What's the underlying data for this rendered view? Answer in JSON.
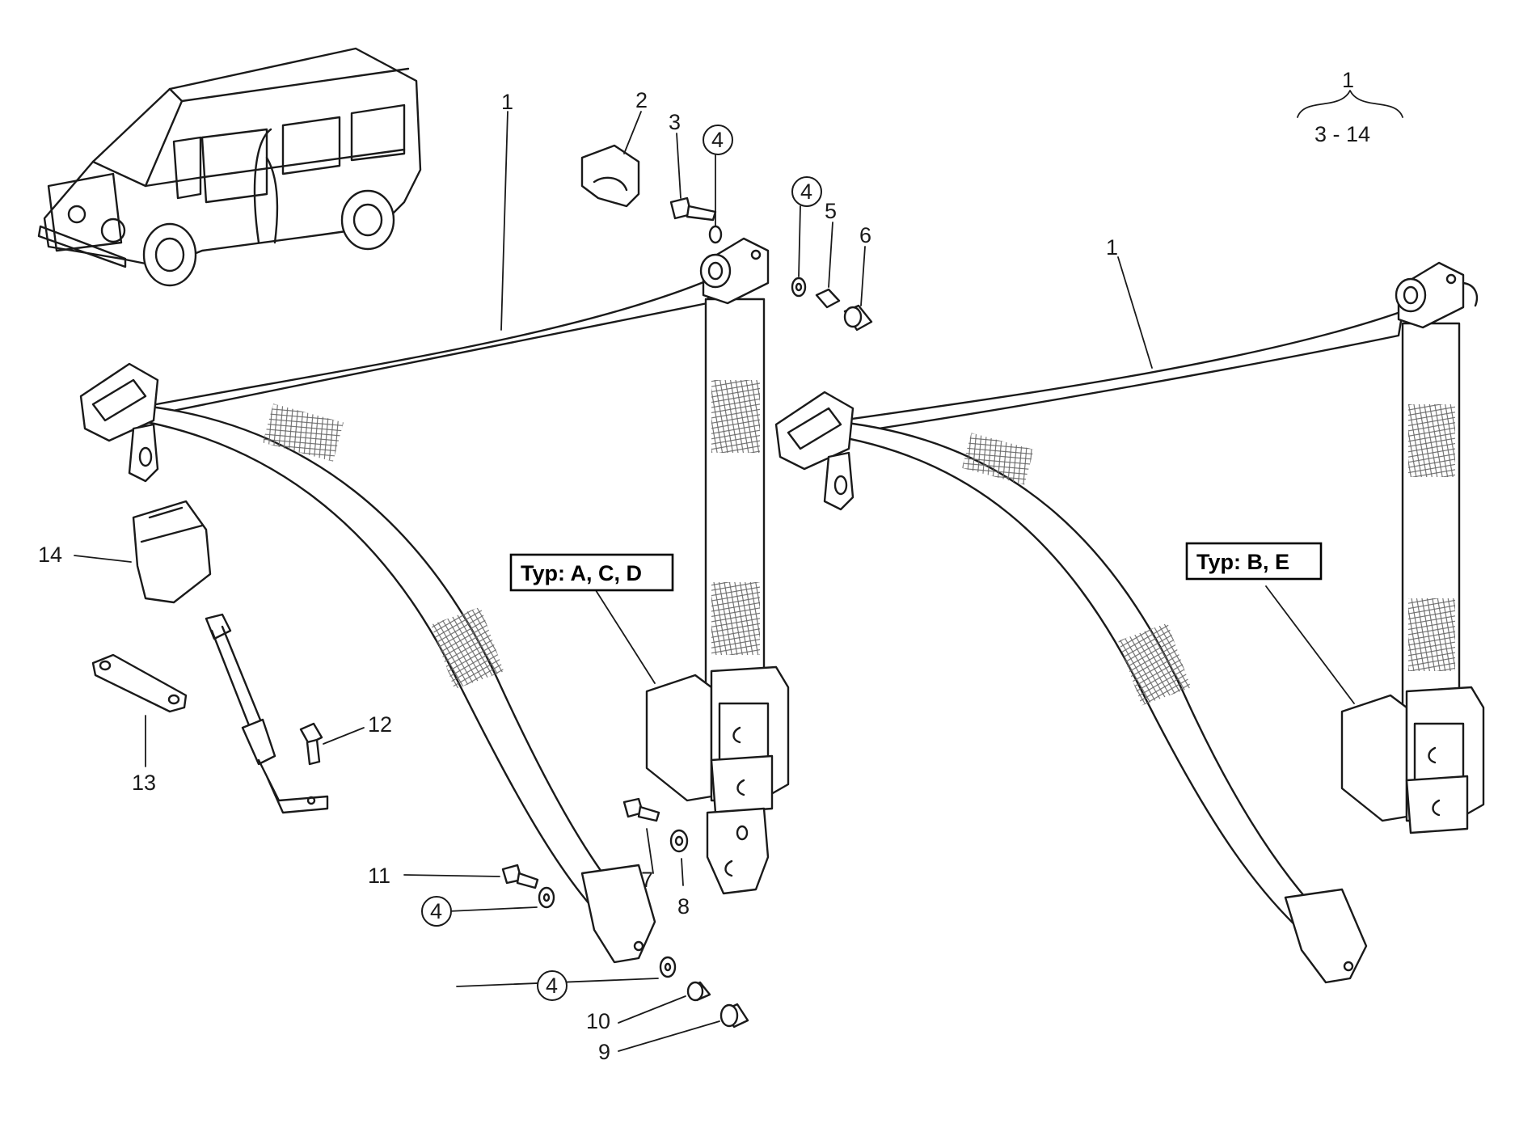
{
  "labels": {
    "belt_left": "1",
    "belt_right": "1",
    "range_top": "1",
    "range_bottom": "3 - 14",
    "p2": "2",
    "p3": "3",
    "p4_top": "4",
    "p4_mid": "4",
    "p4_left": "4",
    "p4_low": "4",
    "p5": "5",
    "p6": "6",
    "p7": "7",
    "p8": "8",
    "p9": "9",
    "p10": "10",
    "p11": "11",
    "p12": "12",
    "p13": "13",
    "p14": "14"
  },
  "types": {
    "left": "Typ: A, C, D",
    "right": "Typ: B, E"
  }
}
